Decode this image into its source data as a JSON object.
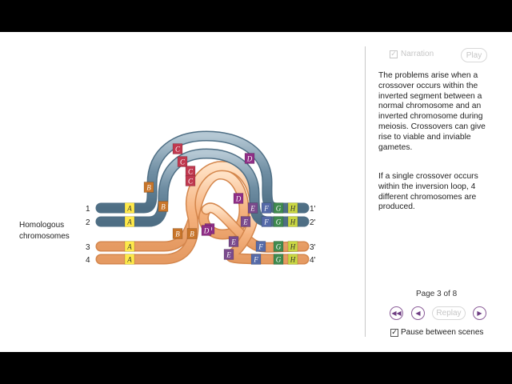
{
  "diagram": {
    "side_label": "Homologous\nchromosomes",
    "left_numbers": [
      "1",
      "2",
      "3",
      "4"
    ],
    "right_numbers": [
      "1'",
      "2'",
      "3'",
      "4'"
    ],
    "chromosome_colors": {
      "normal": "#6f8ea3",
      "inverted": "#f4b27e"
    },
    "gene_labels": [
      "A",
      "B",
      "C",
      "D",
      "E",
      "F",
      "G",
      "H"
    ],
    "gene_colors": {
      "A": "#ffe94a",
      "B": "#c8752a",
      "C": "#c0394f",
      "D": "#8f2e86",
      "E": "#7a4a8c",
      "F": "#556aa8",
      "G": "#3f8a4e",
      "H": "#c9d642"
    }
  },
  "panel": {
    "narration_label": "Narration",
    "narration_check": "✓",
    "play_label": "Play",
    "paragraph1": "The problems arise when a\ncrossover occurs within the\ninverted segment between a\nnormal chromosome and an\ninverted chromosome during\nmeiosis.  Crossovers can give\nrise to viable and inviable\ngametes.",
    "paragraph2": "If a single crossover occurs\nwithin the inversion loop, 4\ndifferent chromosomes are\nproduced.",
    "page_indicator": "Page 3 of  8",
    "replay_label": "Replay",
    "rewind_icon": "◀◀",
    "back_icon": "◀",
    "forward_icon": "▶",
    "pause_label": "Pause between scenes",
    "pause_check": "✓"
  }
}
